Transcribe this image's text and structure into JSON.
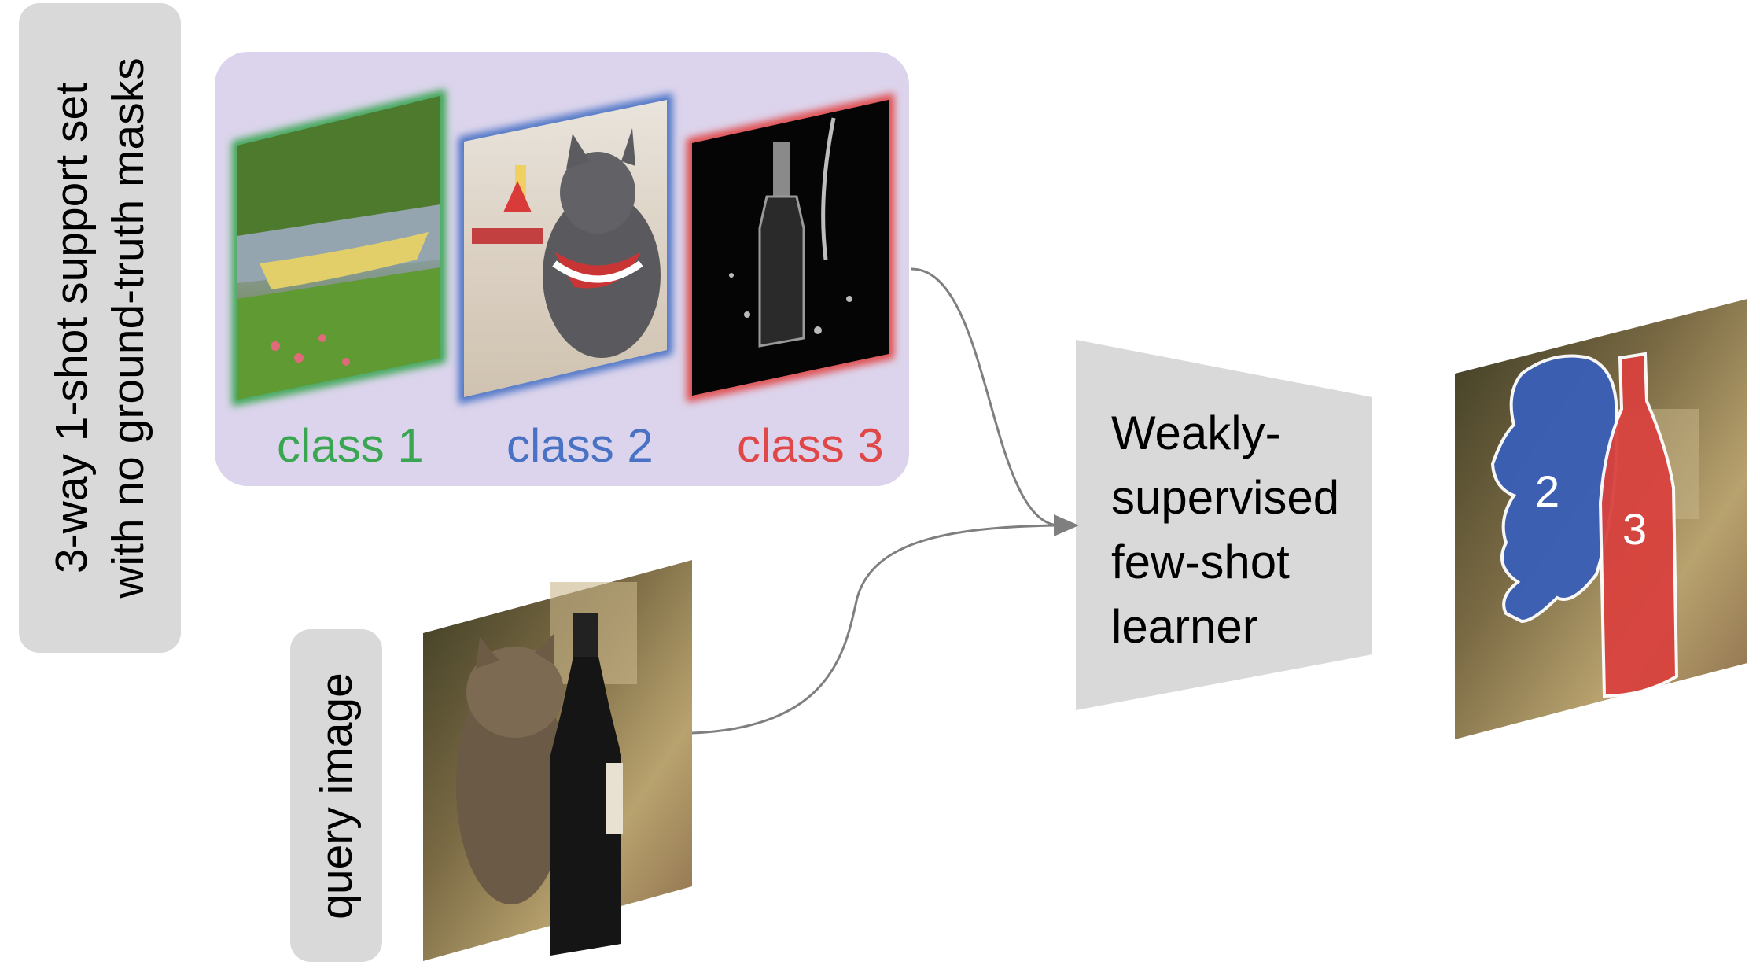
{
  "support_set": {
    "label_line1": "3-way 1-shot support set",
    "label_line2": "with no ground-truth masks",
    "classes": [
      {
        "label": "class 1",
        "color": "#3aa652"
      },
      {
        "label": "class 2",
        "color": "#4a72c4"
      },
      {
        "label": "class 3",
        "color": "#e04848"
      }
    ]
  },
  "query": {
    "label": "query image"
  },
  "learner": {
    "line1": "Weakly-",
    "line2": "supervised",
    "line3": "few-shot",
    "line4": "learner"
  },
  "output": {
    "mask_labels": [
      "2",
      "3"
    ],
    "mask_colors": {
      "cat": "#3a5fb8",
      "bottle": "#d9423e"
    }
  }
}
